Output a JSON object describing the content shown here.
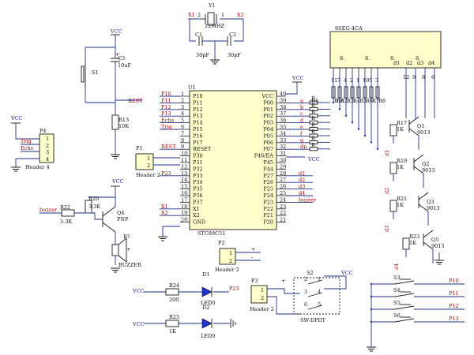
{
  "mcu": {
    "ref": "U1",
    "part": "STC89C51",
    "left_pins": [
      {
        "num": "1",
        "name": "P10",
        "net": "P10"
      },
      {
        "num": "2",
        "name": "P11",
        "net": "P11"
      },
      {
        "num": "3",
        "name": "P12",
        "net": "P12"
      },
      {
        "num": "4",
        "name": "P13",
        "net": "P13"
      },
      {
        "num": "5",
        "name": "P14",
        "net": "Echo"
      },
      {
        "num": "6",
        "name": "P15",
        "net": "Trig"
      },
      {
        "num": "7",
        "name": "P16",
        "net": ""
      },
      {
        "num": "8",
        "name": "P17",
        "net": ""
      },
      {
        "num": "9",
        "name": "RESET",
        "net": "REST"
      },
      {
        "num": "10",
        "name": "P30",
        "net": ""
      },
      {
        "num": "11",
        "name": "P31",
        "net": ""
      },
      {
        "num": "12",
        "name": "P32",
        "net": ""
      },
      {
        "num": "13",
        "name": "P33",
        "net": "P23"
      },
      {
        "num": "14",
        "name": "P34",
        "net": ""
      },
      {
        "num": "15",
        "name": "P35",
        "net": ""
      },
      {
        "num": "16",
        "name": "P36",
        "net": ""
      },
      {
        "num": "17",
        "name": "P37",
        "net": ""
      },
      {
        "num": "18",
        "name": "X1",
        "net": "X1"
      },
      {
        "num": "19",
        "name": "X2",
        "net": "X2"
      },
      {
        "num": "20",
        "name": "GND",
        "net": ""
      }
    ],
    "right_pins": [
      {
        "num": "40",
        "name": "VCC",
        "net": ""
      },
      {
        "num": "39",
        "name": "P00",
        "net": "a"
      },
      {
        "num": "38",
        "name": "P01",
        "net": "b"
      },
      {
        "num": "37",
        "name": "P02",
        "net": "c"
      },
      {
        "num": "36",
        "name": "P03",
        "net": "d"
      },
      {
        "num": "35",
        "name": "P04",
        "net": "e"
      },
      {
        "num": "34",
        "name": "P05",
        "net": "f"
      },
      {
        "num": "33",
        "name": "P06",
        "net": "g"
      },
      {
        "num": "32",
        "name": "P07",
        "net": "dp"
      },
      {
        "num": "31",
        "name": "P46/EA",
        "net": ""
      },
      {
        "num": "30",
        "name": "P45",
        "net": ""
      },
      {
        "num": "29",
        "name": "P44",
        "net": ""
      },
      {
        "num": "28",
        "name": "P27",
        "net": "d1"
      },
      {
        "num": "27",
        "name": "P26",
        "net": "d2"
      },
      {
        "num": "26",
        "name": "P25",
        "net": "d3"
      },
      {
        "num": "25",
        "name": "P24",
        "net": "d4"
      },
      {
        "num": "24",
        "name": "P23",
        "net": "buzzer"
      },
      {
        "num": "23",
        "name": "P22",
        "net": ""
      },
      {
        "num": "22",
        "name": "P21",
        "net": ""
      },
      {
        "num": "21",
        "name": "P20",
        "net": ""
      }
    ]
  },
  "crystal": {
    "ref": "Y1",
    "value": "12MHZ",
    "left_net": "X1",
    "right_net": "X2",
    "pin1": "1",
    "pin2": "2"
  },
  "caps": {
    "c1": {
      "ref": "C1",
      "value": "30pF"
    },
    "c2": {
      "ref": "C2",
      "value": "30pF"
    },
    "c3": {
      "ref": "C3",
      "value": "10uF",
      "polarity": "+"
    }
  },
  "reset": {
    "switch": "S1",
    "resistor": "R13",
    "resistor_value": "10K",
    "net": "REST"
  },
  "p4": {
    "ref": "P4",
    "part": "Header 4",
    "pins": [
      "1",
      "2",
      "3",
      "4"
    ],
    "nets": [
      "Trig",
      "Echo"
    ]
  },
  "p1": {
    "ref": "P1",
    "part": "Header 2",
    "pins": [
      "1",
      "2"
    ]
  },
  "p2": {
    "ref": "P2",
    "part": "Header 2",
    "pins": [
      "1",
      "2"
    ],
    "signs": [
      "+",
      "-"
    ]
  },
  "p3": {
    "ref": "P3",
    "part": "Header 2",
    "pins": [
      "1",
      "2"
    ],
    "sign": "+"
  },
  "display": {
    "ref": "8SEG-4CA",
    "digits": [
      "8.",
      "8.",
      "8.",
      "8."
    ],
    "seg_pins": [
      "11",
      "7",
      "4",
      "2",
      "1",
      "10",
      "5",
      "3"
    ],
    "com_pins": [
      "12",
      "9",
      "8",
      "6"
    ],
    "bottom_labels": [
      "d1",
      "d2",
      "d3",
      "d4"
    ]
  },
  "seg_resistors": {
    "labels": [
      "R1",
      "R2",
      "R3",
      "R4",
      "R5",
      "R6",
      "R7",
      "R8"
    ],
    "short": "R"
  },
  "digit_drivers": [
    {
      "q": "Q1",
      "part": "9013",
      "r": "R17",
      "rv": "1K",
      "net": "d1"
    },
    {
      "q": "Q2",
      "part": "9013",
      "r": "R19",
      "rv": "1K",
      "net": "d2"
    },
    {
      "q": "Q3",
      "part": "9013",
      "r": "R21",
      "rv": "1K",
      "net": "d3"
    },
    {
      "q": "Q5",
      "part": "9013",
      "r": "R23",
      "rv": "1K",
      "net": "d4"
    }
  ],
  "buzzer_ckt": {
    "r20": "R20",
    "r20v": "3.3K",
    "r22": "R22",
    "r22v": "3.3K",
    "q": "Q4",
    "qpart": "PNP",
    "buzzer": "BUZZER",
    "bref": "B?",
    "net": "buzzer"
  },
  "leds": [
    {
      "d": "D1",
      "r": "R24",
      "rv": "200",
      "part": "LED0",
      "net": "P23"
    },
    {
      "d": "D2",
      "r": "R25",
      "rv": "1K",
      "part": "LED0",
      "net": ""
    }
  ],
  "sw2": {
    "ref": "S2",
    "part": "SW-DPDT",
    "pins": [
      "1",
      "2",
      "3",
      "4",
      "5",
      "6"
    ]
  },
  "keys": [
    {
      "s": "S3",
      "net": "P10"
    },
    {
      "s": "S4",
      "net": "P11"
    },
    {
      "s": "S5",
      "net": "P12"
    },
    {
      "s": "S6",
      "net": "P13"
    }
  ],
  "power": {
    "vcc": "VCC"
  },
  "colors": {
    "wire": "#1f2f8a",
    "label": "#b00000",
    "seg_bg": "#ffffcc",
    "led": "#2233cc"
  }
}
